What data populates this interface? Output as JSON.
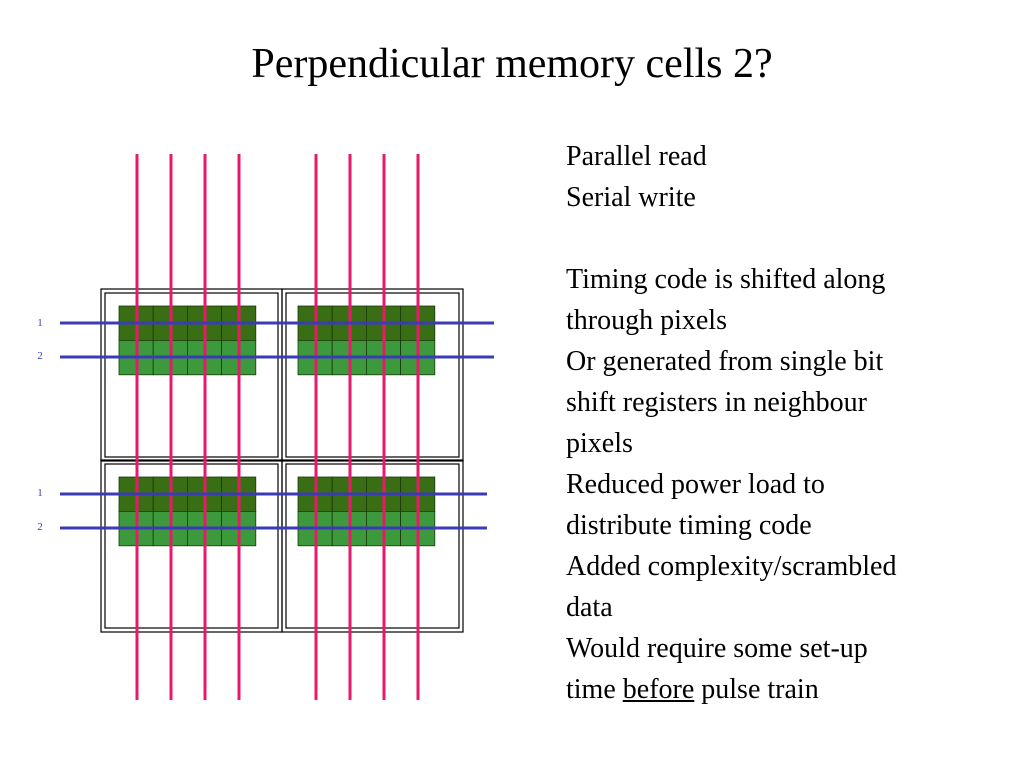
{
  "title": "Perpendicular memory cells 2?",
  "colors": {
    "column_line": "#e8196b",
    "row_line": "#3b3bb8",
    "row_label": "#3b3bb8",
    "cell_dark": "#3a6e14",
    "cell_light": "#3c9a3c",
    "cell_border": "#1a3a0a",
    "frame": "#000000"
  },
  "diagram": {
    "row_labels": [
      "1",
      "2",
      "1",
      "2"
    ],
    "cell_grid": {
      "columns": 8,
      "rows": 4,
      "dark_rows": 2
    }
  },
  "notes": [
    {
      "text": "Parallel read"
    },
    {
      "text": "Serial write"
    },
    {
      "gap": true
    },
    {
      "text": "Timing code is shifted along"
    },
    {
      "text": "through pixels"
    },
    {
      "text": "Or generated from single bit"
    },
    {
      "text": "shift registers in neighbour"
    },
    {
      "text": "pixels"
    },
    {
      "text": "Reduced power load to"
    },
    {
      "text": "distribute timing code"
    },
    {
      "text": "Added complexity/scrambled"
    },
    {
      "text": "data"
    },
    {
      "text": "Would require some set-up"
    },
    {
      "parts": [
        {
          "text": "time "
        },
        {
          "text": "before",
          "underline": true
        },
        {
          "text": " pulse train"
        }
      ]
    }
  ]
}
